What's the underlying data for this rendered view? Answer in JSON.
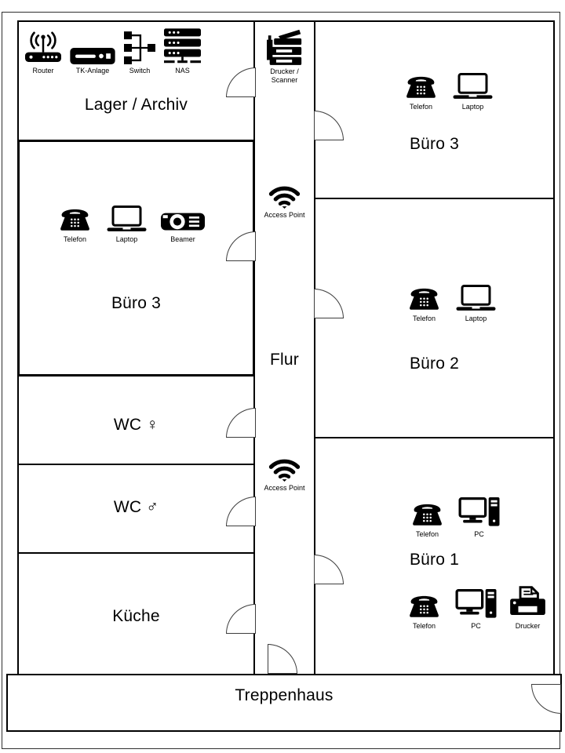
{
  "rooms": {
    "lager": {
      "label": "Lager / Archiv"
    },
    "buero3_left": {
      "label": "Büro 3"
    },
    "wc_damen": {
      "label": "WC ♀"
    },
    "wc_herren": {
      "label": "WC ♂"
    },
    "kueche": {
      "label": "Küche"
    },
    "flur": {
      "label": "Flur"
    },
    "buero3_right": {
      "label": "Büro 3"
    },
    "buero2": {
      "label": "Büro 2"
    },
    "buero1": {
      "label": "Büro 1"
    },
    "treppenhaus": {
      "label": "Treppenhaus"
    }
  },
  "devices": {
    "router": {
      "label": "Router"
    },
    "tk_anlage": {
      "label": "TK-Anlage"
    },
    "switch": {
      "label": "Switch"
    },
    "nas": {
      "label": "NAS"
    },
    "drucker_scanner": {
      "line1": "Drucker /",
      "line2": "Scanner"
    },
    "telefon": {
      "label": "Telefon"
    },
    "laptop": {
      "label": "Laptop"
    },
    "beamer": {
      "label": "Beamer"
    },
    "access_point": {
      "label": "Access Point"
    },
    "pc": {
      "label": "PC"
    },
    "drucker": {
      "label": "Drucker"
    }
  },
  "colors": {
    "wall": "#000000",
    "door_line": "#404040",
    "icon": "#000000",
    "background": "#ffffff"
  }
}
